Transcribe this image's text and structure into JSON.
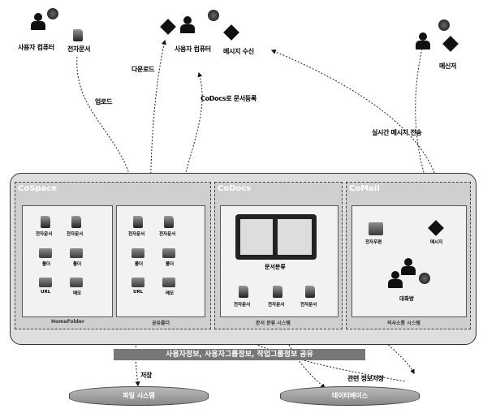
{
  "top": {
    "user_terminal_1": "사용자 컴퓨터",
    "electronic_doc": "전자문서",
    "user_terminal_2": "사용자 컴퓨터",
    "message_receive": "메시지 수신",
    "messenger": "메신저"
  },
  "flows": {
    "upload": "업로드",
    "download": "다운로드",
    "codocs_register": "CoDocs로 문서등록",
    "realtime_message": "실시간 메시지 전송",
    "save": "저장",
    "related_info_save": "관련 정보저장"
  },
  "system": {
    "cospace": {
      "title": "CoSpace",
      "left_box_caption": "HomeFolder",
      "right_box_caption": "공유폴더",
      "left_items": [
        "전자문서",
        "전자문서",
        "폴더",
        "폴더",
        "URL",
        "메모"
      ],
      "right_items": [
        "전자문서",
        "전자문서",
        "폴더",
        "폴더",
        "URL",
        "메모"
      ]
    },
    "codocs": {
      "title": "CoDocs",
      "classify_label": "문서분류",
      "docs": [
        "전자문서",
        "전자문서",
        "전자문서"
      ],
      "caption": "문서 분류 시스템"
    },
    "comail": {
      "title": "CoMail",
      "items": [
        "전자우편",
        "메시지",
        "대화방"
      ],
      "caption": "의사소통 시스템"
    },
    "bottom_bar": "사용자정보, 사용자그룹정보, 작업그룹정보 공유"
  },
  "storage": {
    "file_system": "파일 시스템",
    "database": "데이터베이스"
  }
}
